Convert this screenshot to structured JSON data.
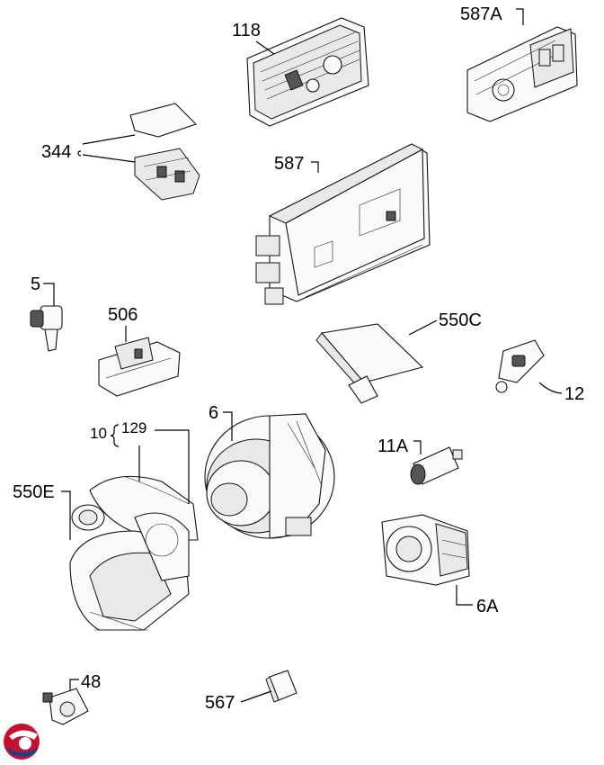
{
  "labels": {
    "p118": "118",
    "p587a": "587A",
    "p344": "344",
    "p587": "587",
    "p5": "5",
    "p506": "506",
    "p550c": "550C",
    "p12": "12",
    "p10": "10",
    "p129": "129",
    "p6": "6",
    "p11a": "11A",
    "p550e": "550E",
    "p6a": "6A",
    "p48": "48",
    "p567": "567"
  },
  "logo": {
    "colors": [
      "#c8102e",
      "#1f3f8f"
    ]
  }
}
